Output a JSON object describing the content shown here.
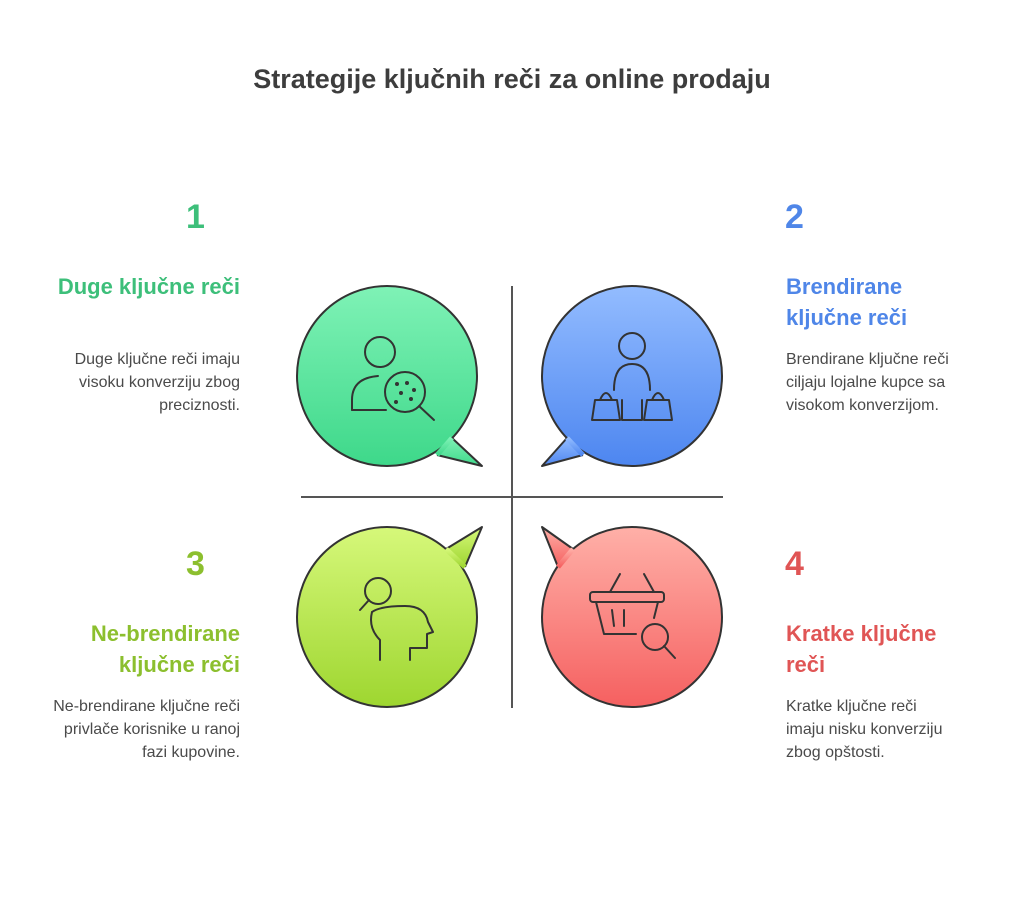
{
  "title": "Strategije ključnih reči za online prodaju",
  "colors": {
    "green": "#3dbf7a",
    "blue": "#4f86e8",
    "lime": "#8cbf2e",
    "red": "#e05555",
    "divider": "#555555",
    "icon_stroke": "#333333"
  },
  "items": [
    {
      "number": "1",
      "heading": "Duge ključne reči",
      "description": "Duge ključne reči imaju visoku konverziju zbog preciznosti.",
      "icon": "person-magnifier-icon"
    },
    {
      "number": "2",
      "heading": "Brendirane ključne reči",
      "description": "Brendirane ključne reči ciljaju lojalne kupce sa visokom konverzijom.",
      "icon": "person-shopping-bags-icon"
    },
    {
      "number": "3",
      "heading": "Ne-brendirane ključne reči",
      "description": "Ne-brendirane ključne reči privlače korisnike u ranoj fazi kupovine.",
      "icon": "head-search-icon"
    },
    {
      "number": "4",
      "heading": "Kratke ključne reči",
      "description": "Kratke ključne reči imaju nisku konverziju zbog opštosti.",
      "icon": "basket-search-icon"
    }
  ]
}
